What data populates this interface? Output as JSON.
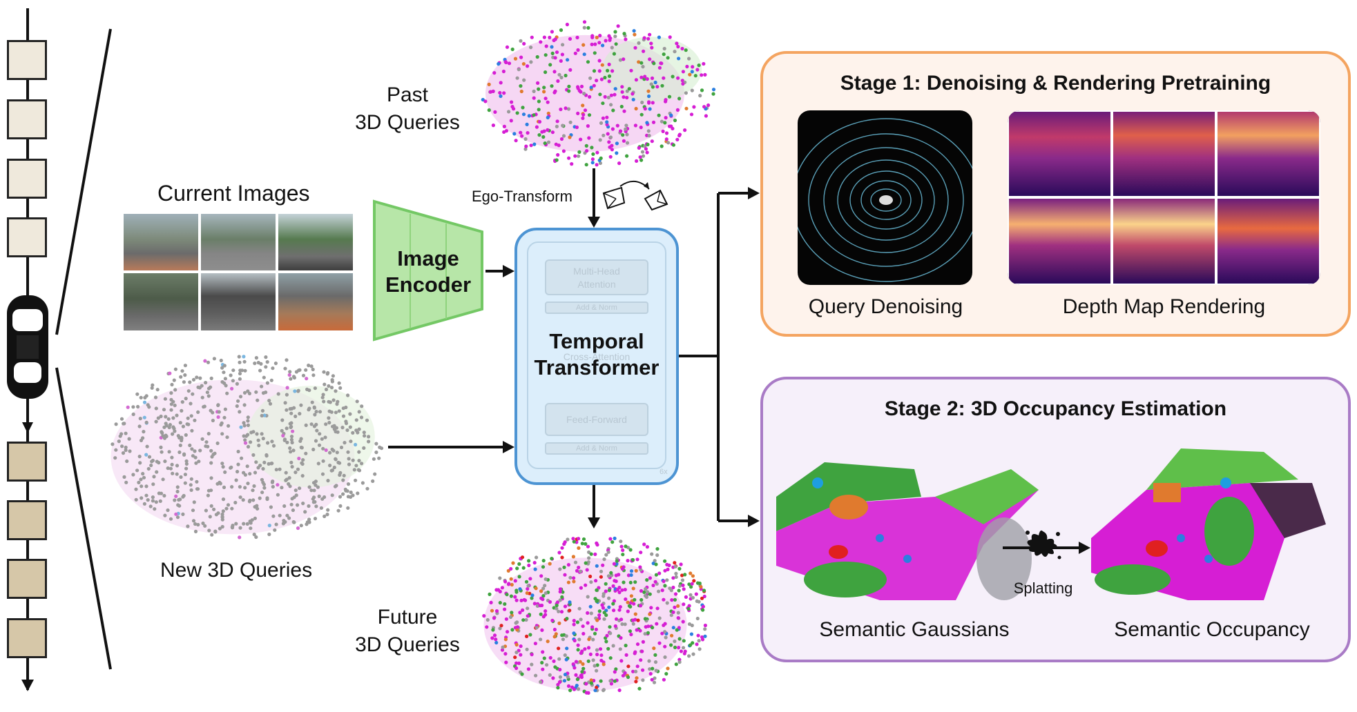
{
  "colors": {
    "stage1_border": "#F4A460",
    "stage1_fill": "#FEF3EC",
    "stage2_border": "#A97BC6",
    "stage2_fill": "#F6F0FA",
    "encoder_fill": "#B7E6A8",
    "encoder_border": "#74C865",
    "transformer_fill": "#DCEEFB",
    "transformer_border": "#4D94D3",
    "light_frame": "#EFE9DC",
    "dark_frame": "#D6C7A8",
    "query_magenta": "#D61ED4",
    "query_gray": "#9A9A9A",
    "query_green": "#3FA33F"
  },
  "labels": {
    "past_queries": [
      "Past",
      "3D Queries"
    ],
    "current_images": "Current Images",
    "image_encoder": [
      "Image",
      "Encoder"
    ],
    "ego_transform": "Ego-Transform",
    "temporal_transformer": [
      "Temporal",
      "Transformer"
    ],
    "new_queries": "New 3D Queries",
    "future_queries": [
      "Future",
      "3D Queries"
    ],
    "splatting": "Splatting"
  },
  "transformer_blocks": {
    "attention": [
      "Multi-Head",
      "Attention"
    ],
    "add_norm_1": "Add & Norm",
    "cross_attention": "Cross-Attention",
    "feed_forward": "Feed-Forward",
    "add_norm_2": "Add & Norm",
    "repeat": "6x"
  },
  "stage1": {
    "title": "Stage 1: Denoising & Rendering Pretraining",
    "items": [
      "Query Denoising",
      "Depth Map Rendering"
    ]
  },
  "stage2": {
    "title": "Stage 2: 3D Occupancy Estimation",
    "items": [
      "Semantic Gaussians",
      "Semantic Occupancy"
    ]
  }
}
